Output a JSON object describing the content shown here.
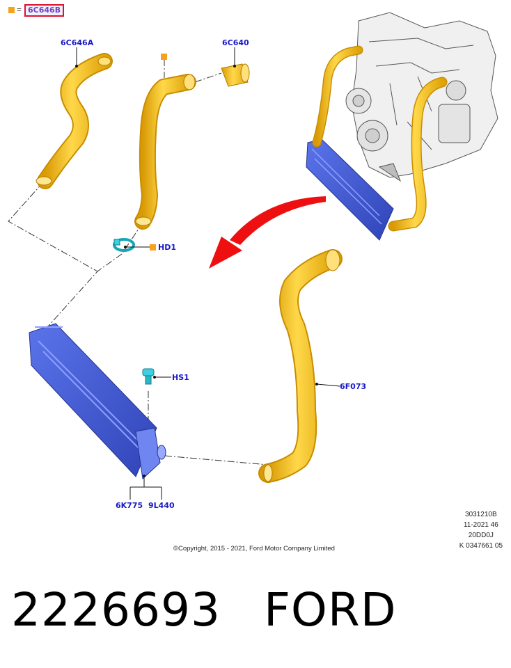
{
  "legend": {
    "equals": "=",
    "code": "6C646B"
  },
  "callouts": {
    "hose_left": "6C646A",
    "coupling": "6C640",
    "clip": "HD1",
    "sensor": "HS1",
    "hose_outlet": "6F073",
    "intercooler_a": "6K775",
    "intercooler_b": "9L440"
  },
  "meta": {
    "line1": "3031210B",
    "line2": "11-2021 46",
    "line3": "20DD0J",
    "line4": "K 0347661 05"
  },
  "copyright": "©Copyright, 2015 - 2021, Ford Motor Company Limited",
  "bottom": {
    "part_number": "2226693",
    "brand": "FORD"
  },
  "colors": {
    "hose": "#f6c21c",
    "intercooler": "#4a62d8",
    "callout": "#1a1ac8",
    "marker": "#f7a21a",
    "arrow": "#ee1010"
  }
}
